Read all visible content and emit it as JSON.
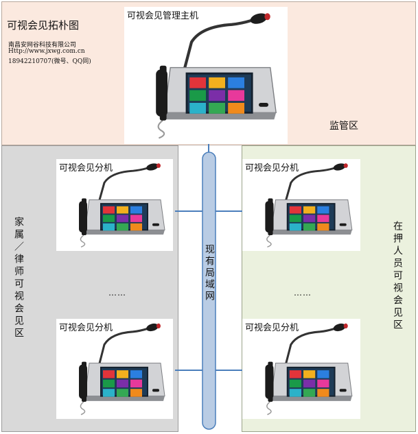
{
  "title": "可视会见拓朴图",
  "company": {
    "name": "南昌安网谷科技有限公司",
    "url": "Http://www.jxwg.com.cn",
    "phone": "18942210707(微号、QQ同)"
  },
  "zones": {
    "top": "监管区",
    "left": "家属／律师可视会见区",
    "right": "在押人员可视会见区"
  },
  "network": "现有局域网",
  "host": {
    "label": "可视会见管理主机"
  },
  "terminals": [
    {
      "label": "可视会见分机"
    },
    {
      "label": "可视会见分机"
    },
    {
      "label": "可视会见分机"
    },
    {
      "label": "可视会见分机"
    }
  ],
  "ellipsis": "……",
  "colors": {
    "top_zone": "#fbe9df",
    "left_zone": "#d9d9d9",
    "right_zone": "#ebf1de",
    "network_bus": "#b9cce4",
    "link": "#4a7ebb"
  }
}
